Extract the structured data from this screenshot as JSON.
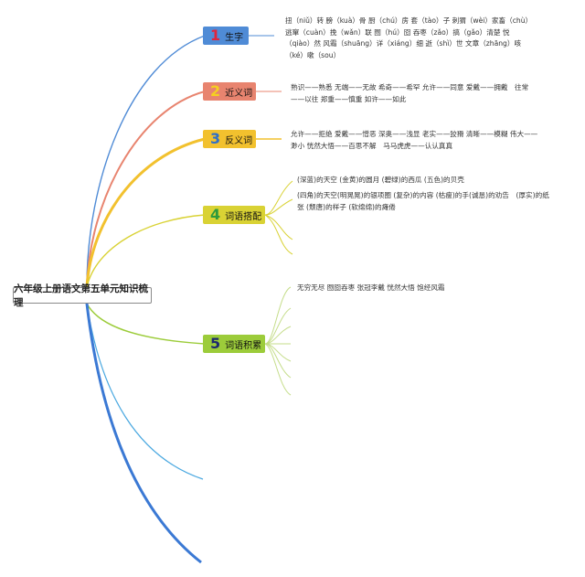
{
  "root": {
    "label": "六年级上册语文第五单元知识梳理"
  },
  "topics": [
    {
      "number": "1",
      "label": "生字",
      "color": "#4f8bd6",
      "number_color": "#e0243c",
      "items": [
        "扭（niǔ）转 膀（kuà）骨 厨（chú）房 套（tào）子 刺猬（wèi）家畜（chù）逃窜（cuàn）挽（wǎn）联 囫（hú）囵 吞枣（zǎo）搞（gǎo）清楚 悦（qiào）然 风霜（shuāng）详（xiáng）细 逝（shì）世 文章（zhāng）咳（ké）嗽（sou）"
      ]
    },
    {
      "number": "2",
      "label": "近义词",
      "color": "#e8846f",
      "number_color": "#f5d020",
      "items": [
        "熟识——熟悉 无端——无故 希奇——希罕 允许——同意 爱戴——拥戴　往常——以往 郑重——慎重 如许——如此"
      ]
    },
    {
      "number": "3",
      "label": "反义词",
      "color": "#f2c12e",
      "number_color": "#2f6fc8",
      "items": [
        "允许——拒绝 爱戴——憎恶 深奥——浅显 老实——狡猾 清晰——模糊 伟大——渺小 恍然大悟——百思不解　马马虎虎——认认真真"
      ]
    },
    {
      "number": "4",
      "label": "词语搭配",
      "color": "#d9d234",
      "number_color": "#2e9a3c",
      "items": [
        "(深蓝)的天空 (金黄)的圆月 (碧绿)的西瓜 (五色)的贝壳",
        "(四角)的天空(明晃晃)的银项圈 (复杂)的内容 (枯瘦)的手(诚恳)的劝告　(厚实)的纸张 (颓唐)的样子 (软绵绵)的瘫倦"
      ]
    },
    {
      "number": "5",
      "label": "词语积累",
      "color": "#9ccc3a",
      "number_color": "#1e2a6e",
      "items": [
        "无穷无尽 囫囵吞枣 张冠李戴 恍然大悟 饱经风霜"
      ]
    }
  ]
}
